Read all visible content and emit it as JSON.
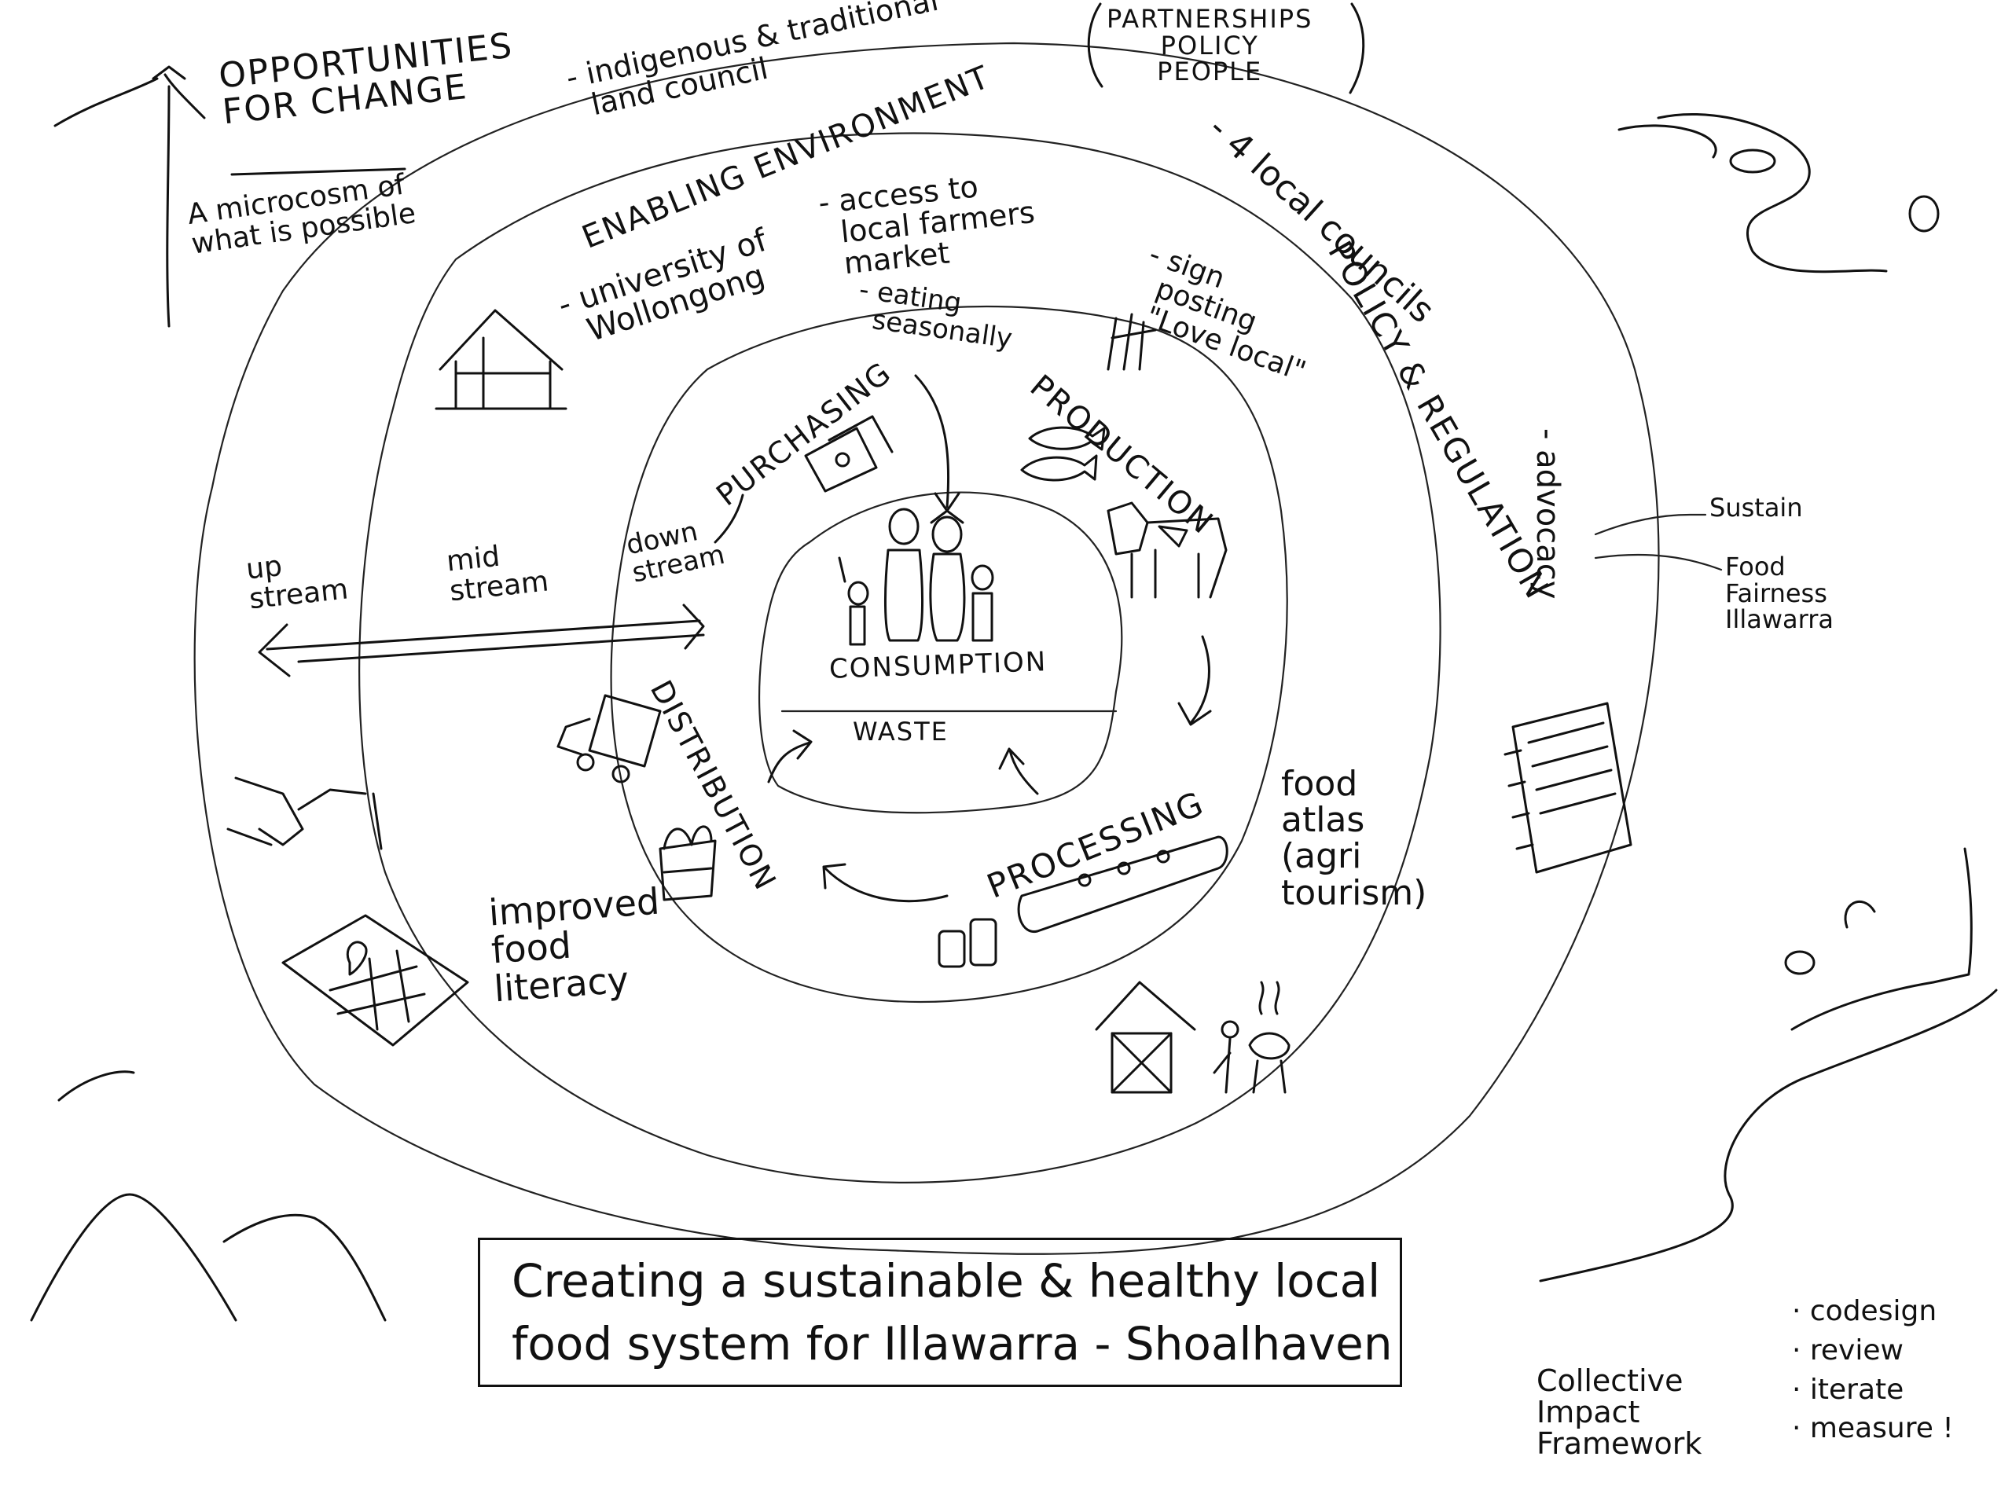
{
  "header": {
    "opportunities_title": "OPPORTUNITIES\nFOR CHANGE",
    "microcosm": "A microcosm of\nwhat is possible",
    "partnerships": "PARTNERSHIPS\nPOLICY\nPEOPLE"
  },
  "rings": {
    "outer_label": "POLICY & REGULATION",
    "middle_label": "ENABLING ENVIRONMENT",
    "core_label": "CONSUMPTION",
    "waste_label": "WASTE"
  },
  "outer_notes": {
    "indigenous": "- indigenous & traditional\n  land council",
    "councils": "- 4 local councils",
    "advocacy": "- advocacy",
    "sustain": "Sustain",
    "food_fairness": "Food\nFairness\nIllawarra"
  },
  "enabling_notes": {
    "university": "- university of\n  Wollongong",
    "farmers_market": "- access to\n  local farmers\n  market",
    "sign_posting": "- sign\n  posting\n  \"Love local\"",
    "food_atlas": "food\natlas\n(agri\ntourism)",
    "food_literacy": "improved\nfood\nliteracy"
  },
  "cycle": {
    "production": "PRODUCTION",
    "processing": "PROCESSING",
    "distribution": "DISTRIBUTION",
    "purchasing": "PURCHASING",
    "eating_seasonally": "- eating\n  seasonally"
  },
  "stream": {
    "upstream": "up\nstream",
    "midstream": "mid\nstream",
    "downstream": "down\nstream"
  },
  "title": {
    "line1": "Creating a sustainable & healthy local",
    "line2": "food system for Illawarra - Shoalhaven"
  },
  "framework": {
    "label": "Collective\nImpact\nFramework",
    "steps": [
      "· codesign",
      "· review",
      "· iterate",
      "· measure !"
    ]
  },
  "icons": [
    "arrow-up-icon",
    "house-icon",
    "cash-card-icon",
    "fish-icon",
    "cow-icon",
    "crops-icon",
    "family-icon",
    "truck-icon",
    "market-stall-icon",
    "jars-icon",
    "conveyor-icon",
    "barn-icon",
    "bbq-person-icon",
    "handshake-icon",
    "map-pin-icon",
    "notebook-icon",
    "mountains-icon",
    "river-icon"
  ]
}
